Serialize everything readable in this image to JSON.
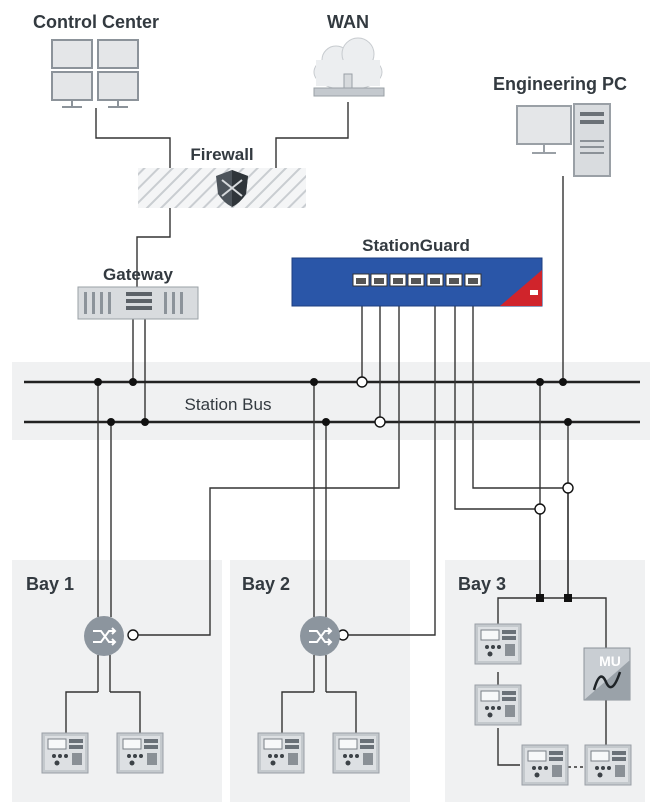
{
  "labels": {
    "control_center": "Control Center",
    "wan": "WAN",
    "engineering_pc": "Engineering PC",
    "firewall": "Firewall",
    "stationguard": "StationGuard",
    "gateway": "Gateway",
    "station_bus": "Station Bus",
    "bay1": "Bay 1",
    "bay2": "Bay 2",
    "bay3": "Bay 3",
    "mu": "MU"
  },
  "icons": [
    "monitor-icon",
    "cloud-icon",
    "pc-tower-icon",
    "shield-icon",
    "rack-device-icon",
    "switch-icon",
    "ied-icon",
    "merging-unit-icon"
  ],
  "colors": {
    "stationguard_body": "#2a56a8",
    "stationguard_accent": "#d0242b",
    "bay_panel": "#f0f1f2",
    "device_gray": "#c9ced3",
    "switch_gray": "#8c959e"
  }
}
